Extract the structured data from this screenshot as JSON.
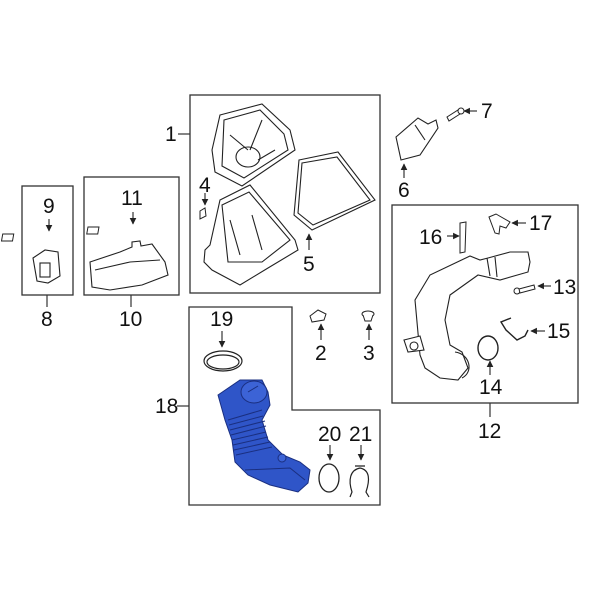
{
  "diagram": {
    "type": "exploded-parts-diagram",
    "highlight_color": "#2f55c8",
    "line_color": "#222222",
    "callouts": [
      {
        "id": "1",
        "label": "1",
        "part": "air-cleaner-assembly"
      },
      {
        "id": "2",
        "label": "2",
        "part": "clip"
      },
      {
        "id": "3",
        "label": "3",
        "part": "grommet"
      },
      {
        "id": "4",
        "label": "4",
        "part": "clip"
      },
      {
        "id": "5",
        "label": "5",
        "part": "air-filter-element"
      },
      {
        "id": "6",
        "label": "6",
        "part": "mass-air-flow-sensor"
      },
      {
        "id": "7",
        "label": "7",
        "part": "screw"
      },
      {
        "id": "8",
        "label": "8",
        "part": "bracket"
      },
      {
        "id": "9",
        "label": "9",
        "part": "nut"
      },
      {
        "id": "10",
        "label": "10",
        "part": "air-intake-duct"
      },
      {
        "id": "11",
        "label": "11",
        "part": "nut"
      },
      {
        "id": "12",
        "label": "12",
        "part": "intake-tube-assembly"
      },
      {
        "id": "13",
        "label": "13",
        "part": "bolt"
      },
      {
        "id": "14",
        "label": "14",
        "part": "seal"
      },
      {
        "id": "15",
        "label": "15",
        "part": "hose"
      },
      {
        "id": "16",
        "label": "16",
        "part": "sensor"
      },
      {
        "id": "17",
        "label": "17",
        "part": "sensor"
      },
      {
        "id": "18",
        "label": "18",
        "part": "air-intake-hose-highlighted"
      },
      {
        "id": "19",
        "label": "19",
        "part": "clamp"
      },
      {
        "id": "20",
        "label": "20",
        "part": "seal"
      },
      {
        "id": "21",
        "label": "21",
        "part": "clamp"
      }
    ]
  }
}
